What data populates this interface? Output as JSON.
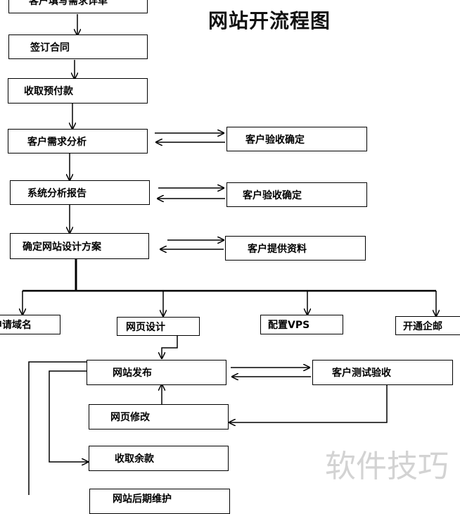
{
  "title": "网站开流程图",
  "watermark": "软件技巧",
  "nodes": {
    "customer_fill_requirements": "客户填写需求详单",
    "sign_contract": "签订合同",
    "collect_advance_payment": "收取预付款",
    "customer_requirements_analysis": "客户需求分析",
    "customer_acceptance_1": "客户验收确定",
    "system_analysis_report": "系统分析报告",
    "customer_acceptance_2": "客户验收确定",
    "confirm_design_plan": "确定网站设计方案",
    "customer_provide_materials": "客户提供资料",
    "apply_domain": "申请域名",
    "web_design": "网页设计",
    "configure_vps": "配置VPS",
    "open_enterprise_mail": "开通企邮",
    "website_publish": "网站发布",
    "customer_test_acceptance": "客户测试验收",
    "web_modification": "网页修改",
    "collect_balance": "收取余款",
    "website_maintenance": "网站后期维护"
  }
}
